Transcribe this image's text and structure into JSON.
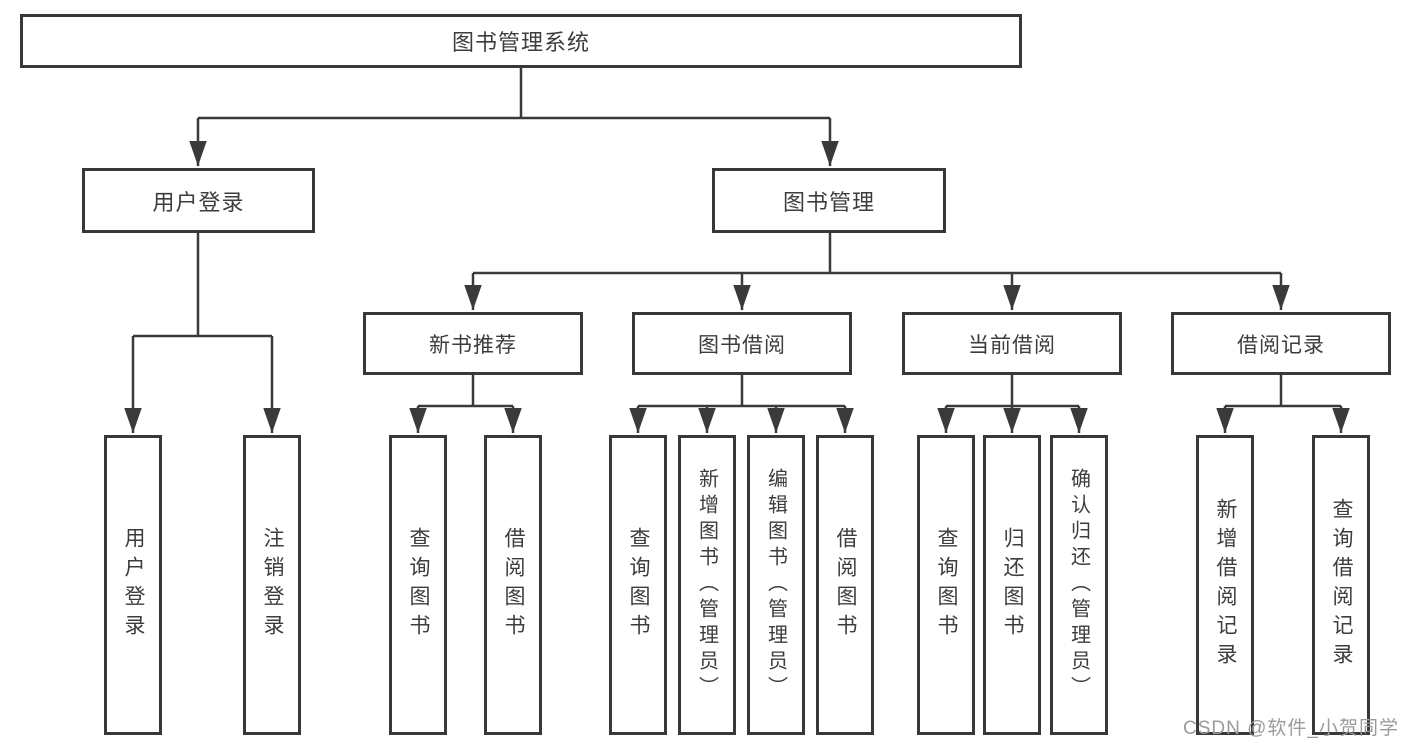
{
  "tree": {
    "root": "图书管理系统",
    "branches": [
      {
        "label": "用户登录",
        "children": [
          "用户登录",
          "注销登录"
        ]
      },
      {
        "label": "图书管理",
        "sections": [
          {
            "label": "新书推荐",
            "children": [
              "查询图书",
              "借阅图书"
            ]
          },
          {
            "label": "图书借阅",
            "children": [
              "查询图书",
              "新增图书（管理员）",
              "编辑图书（管理员）",
              "借阅图书"
            ]
          },
          {
            "label": "当前借阅",
            "children": [
              "查询图书",
              "归还图书",
              "确认归还（管理员）"
            ]
          },
          {
            "label": "借阅记录",
            "children": [
              "新增借阅记录",
              "查询借阅记录"
            ]
          }
        ]
      }
    ]
  },
  "watermark": {
    "text": "CSDN @软件_小贺同学"
  },
  "colors": {
    "line": "#3a3a3a",
    "border": "#383838",
    "text": "#3d3d3d",
    "watermark_text": "#9b9b9b",
    "background": "#ffffff"
  }
}
